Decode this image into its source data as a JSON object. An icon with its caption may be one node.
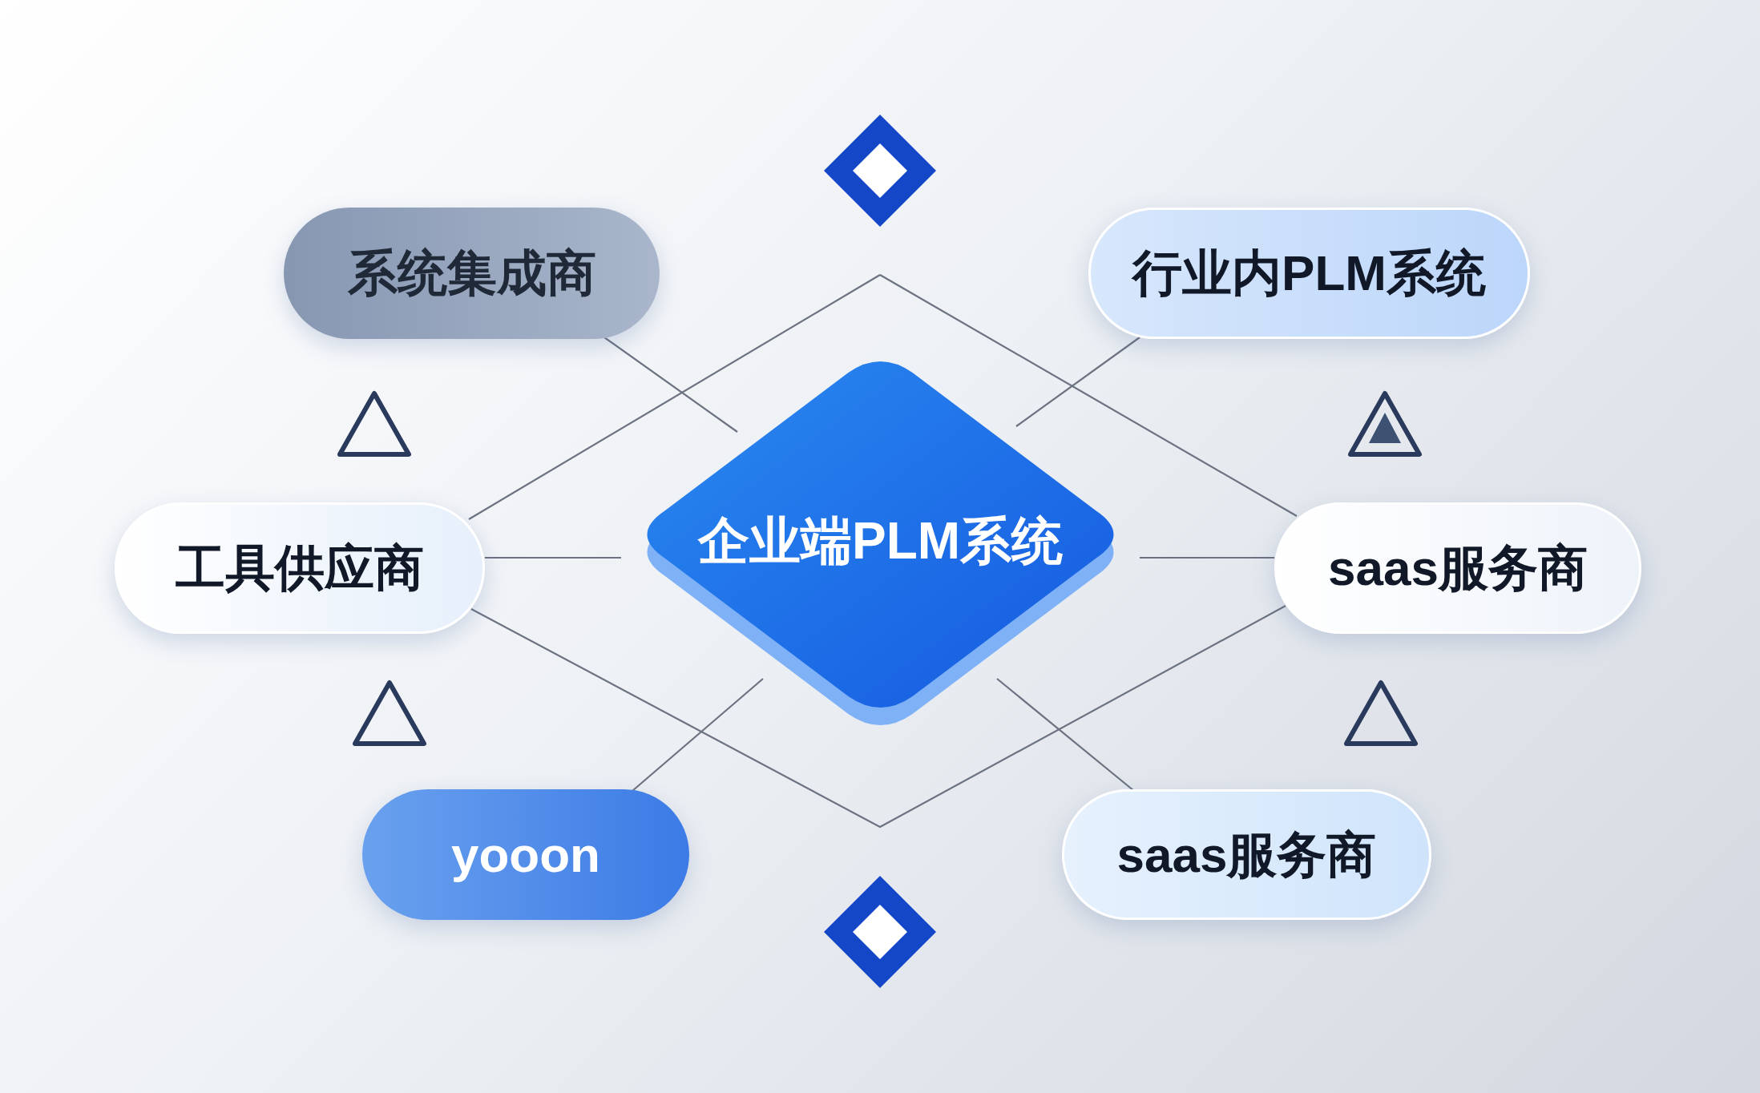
{
  "diagram": {
    "nodes": [
      {
        "text": [
          "企业端PLM系统"
        ]
      },
      {
        "text": [
          "系统集成商"
        ]
      },
      {
        "text": [
          "行业内PLM系统"
        ]
      },
      {
        "text": [
          "工具供应商"
        ]
      },
      {
        "text": [
          "saas服务商"
        ]
      },
      {
        "text": [
          "yooon"
        ]
      },
      {
        "text": [
          "saas服务商"
        ]
      }
    ],
    "edges": [
      {
        "from": 0,
        "to": 1,
        "arrow": "none"
      },
      {
        "from": 0,
        "to": 2,
        "arrow": "none"
      },
      {
        "from": 0,
        "to": 3,
        "arrow": "none"
      },
      {
        "from": 0,
        "to": 4,
        "arrow": "none"
      },
      {
        "from": 0,
        "to": 5,
        "arrow": "none"
      },
      {
        "from": 0,
        "to": 6,
        "arrow": "none"
      }
    ]
  }
}
